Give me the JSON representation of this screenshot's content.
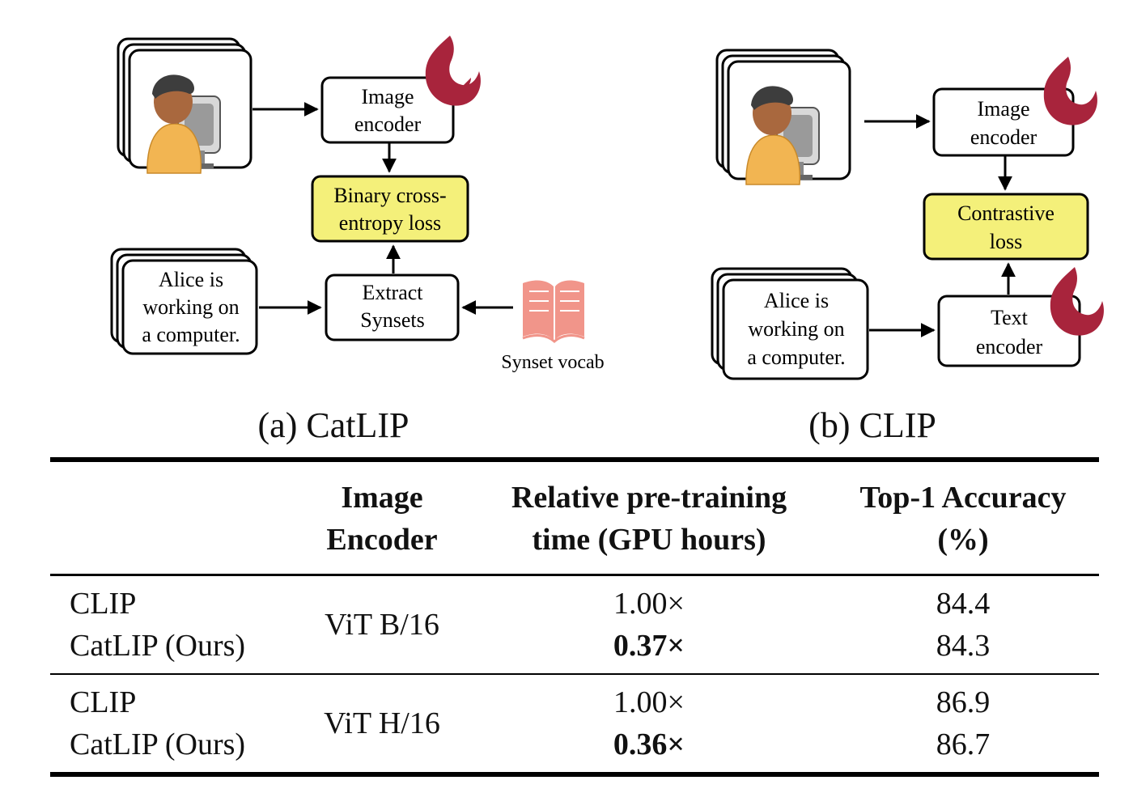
{
  "figure": {
    "catlip": {
      "caption": "(a) CatLIP",
      "image_encoder_label": [
        "Image",
        "encoder"
      ],
      "loss_label": [
        "Binary cross-",
        "entropy loss"
      ],
      "extract_label": [
        "Extract",
        "Synsets"
      ],
      "text_label": [
        "Alice is",
        "working on",
        "a computer."
      ],
      "vocab_label": "Synset vocab",
      "accent": "#f4f07a",
      "flame_color": "#a8243c",
      "book_color": "#f1958a"
    },
    "clip": {
      "caption": "(b) CLIP",
      "image_encoder_label": [
        "Image",
        "encoder"
      ],
      "loss_label": [
        "Contrastive",
        "loss"
      ],
      "text_encoder_label": [
        "Text",
        "encoder"
      ],
      "text_label": [
        "Alice is",
        "working on",
        "a computer."
      ]
    }
  },
  "table": {
    "headers": {
      "method": "",
      "encoder": [
        "Image",
        "Encoder"
      ],
      "time": [
        "Relative pre-training",
        "time (GPU hours)"
      ],
      "acc": [
        "Top-1 Accuracy",
        "(%)"
      ]
    },
    "groups": [
      {
        "encoder": "ViT B/16",
        "rows": [
          {
            "method": "CLIP",
            "time": "1.00×",
            "acc": "84.4",
            "bold_time": false
          },
          {
            "method": "CatLIP (Ours)",
            "time": "0.37×",
            "acc": "84.3",
            "bold_time": true
          }
        ]
      },
      {
        "encoder": "ViT H/16",
        "rows": [
          {
            "method": "CLIP",
            "time": "1.00×",
            "acc": "86.9",
            "bold_time": false
          },
          {
            "method": "CatLIP (Ours)",
            "time": "0.36×",
            "acc": "86.7",
            "bold_time": true
          }
        ]
      }
    ]
  }
}
